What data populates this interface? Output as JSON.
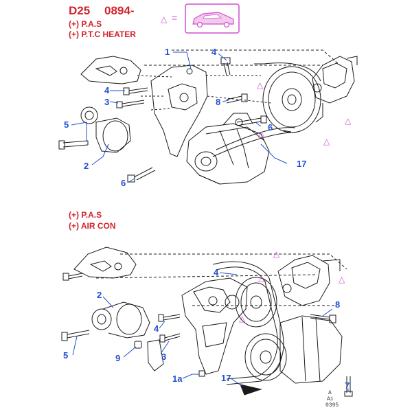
{
  "header": {
    "code": "D25",
    "date": "0894-",
    "legend_triangle": "△",
    "legend_equals": "="
  },
  "top_section": {
    "notes": [
      "(+) P.A.S",
      "(+) P.T.C HEATER"
    ],
    "callouts": [
      "1",
      "4",
      "4",
      "3",
      "8",
      "5",
      "6",
      "2",
      "17",
      "6"
    ]
  },
  "bottom_section": {
    "notes": [
      "(+) P.A.S",
      "(+) AIR CON"
    ],
    "callouts": [
      "4",
      "2",
      "8",
      "4",
      "5",
      "3",
      "9",
      "1a",
      "17",
      "7"
    ]
  },
  "footer_codes": [
    "A",
    "A1",
    "0395"
  ],
  "triangle_mark": "△",
  "colors": {
    "label_red": "#d2232a",
    "callout_blue": "#1f4fd1",
    "triangle_magenta": "#d04fd0",
    "car_fill": "#f3c9ec",
    "car_frame": "#d04fd0"
  }
}
